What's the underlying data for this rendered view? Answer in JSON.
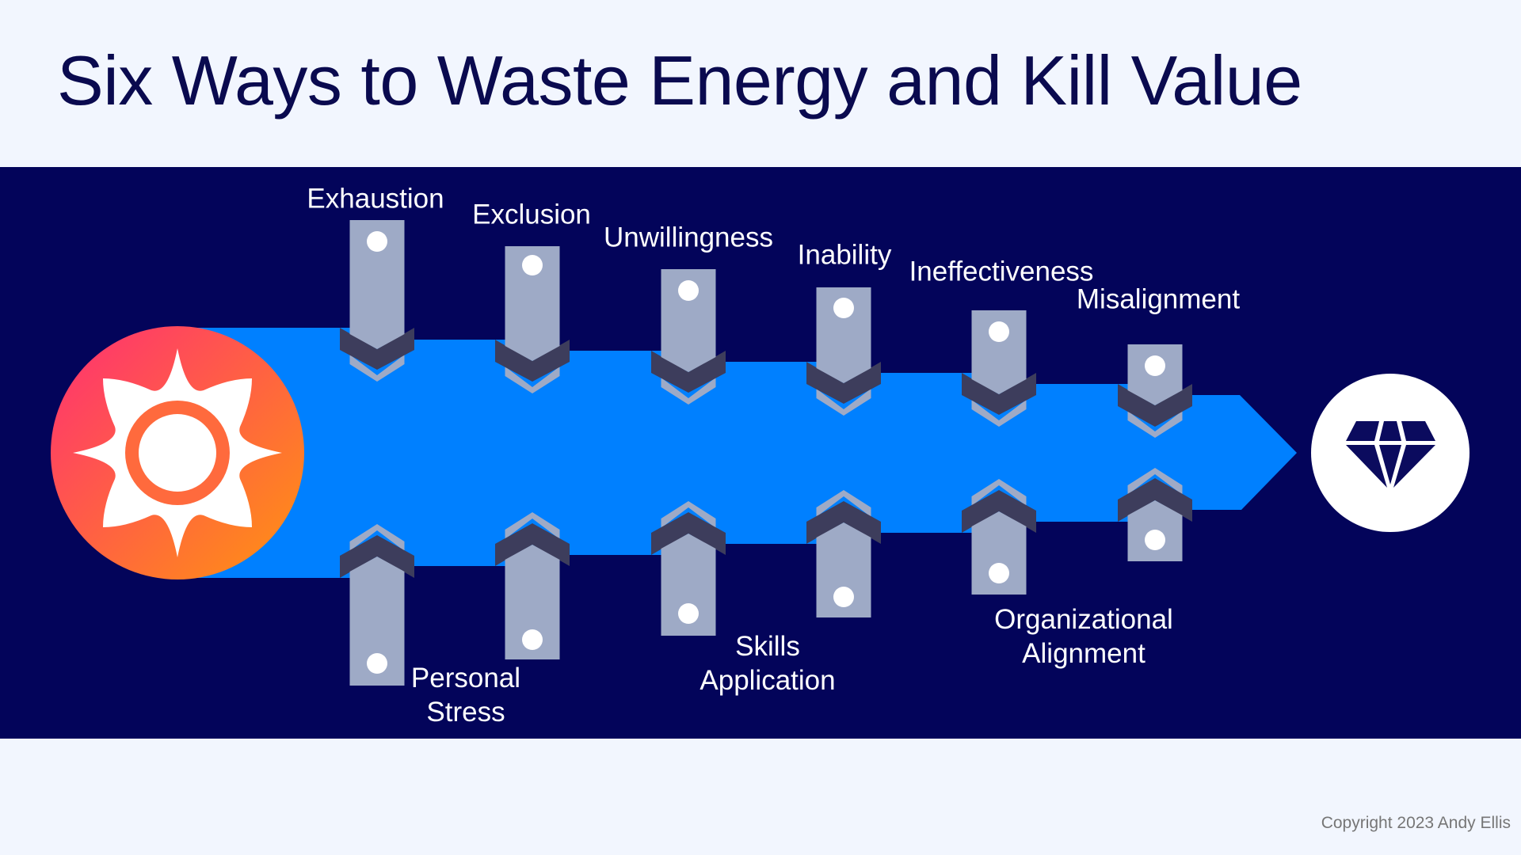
{
  "slide": {
    "title": "Six Ways to Waste Energy and Kill Value",
    "copyright": "Copyright 2023 Andy Ellis"
  },
  "diagram": {
    "source_icon": "sun-icon",
    "target_icon": "diamond-icon",
    "colors": {
      "background": "#f2f6fe",
      "band": "#03045a",
      "flow": "#0080ff",
      "arrow_light": "#9eaac6",
      "arrow_dark": "#3d3d5c",
      "sun_gradient_start": "#ff3a6e",
      "sun_gradient_end": "#ff8c14"
    },
    "top_labels": [
      {
        "text": "Exhaustion"
      },
      {
        "text": "Exclusion"
      },
      {
        "text": "Unwillingness"
      },
      {
        "text": "Inability"
      },
      {
        "text": "Ineffectiveness"
      },
      {
        "text": "Misalignment"
      }
    ],
    "bottom_labels": [
      {
        "line1": "Personal",
        "line2": "Stress"
      },
      {
        "line1": "Skills",
        "line2": "Application"
      },
      {
        "line1": "Organizational",
        "line2": "Alignment"
      }
    ]
  }
}
